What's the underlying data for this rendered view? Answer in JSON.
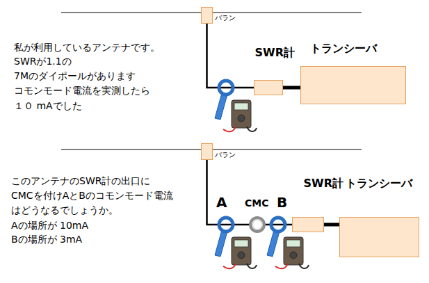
{
  "diagram": {
    "nodes": [
      {
        "text": [
          "バラン"
        ]
      },
      {
        "text": [
          "SWR計"
        ]
      },
      {
        "text": [
          "トランシーバ"
        ]
      },
      {
        "text": [
          "バラン"
        ]
      },
      {
        "text": [
          "CMC"
        ]
      },
      {
        "text": [
          "SWR計"
        ]
      },
      {
        "text": [
          "トランシーバ"
        ]
      }
    ],
    "edges": [
      {
        "from": 0,
        "to": 1,
        "arrow": "none"
      },
      {
        "from": 1,
        "to": 2,
        "arrow": "none"
      },
      {
        "from": 3,
        "to": 4,
        "arrow": "none"
      },
      {
        "from": 4,
        "to": 5,
        "arrow": "none"
      },
      {
        "from": 5,
        "to": 6,
        "arrow": "none"
      }
    ],
    "labels": [
      "私が利用しているアンテナです。",
      "SWRが1.1の",
      "7Mのダイポールがあります",
      "コモンモード電流を実測したら",
      "１０ mAでした",
      "このアンテナのSWR計の出口に",
      "CMCを付けAとBのコモンモード電流",
      "はどうなるでしょうか。",
      "Aの場所が 10mA",
      "Bの場所が 3mA",
      "A",
      "B"
    ]
  }
}
